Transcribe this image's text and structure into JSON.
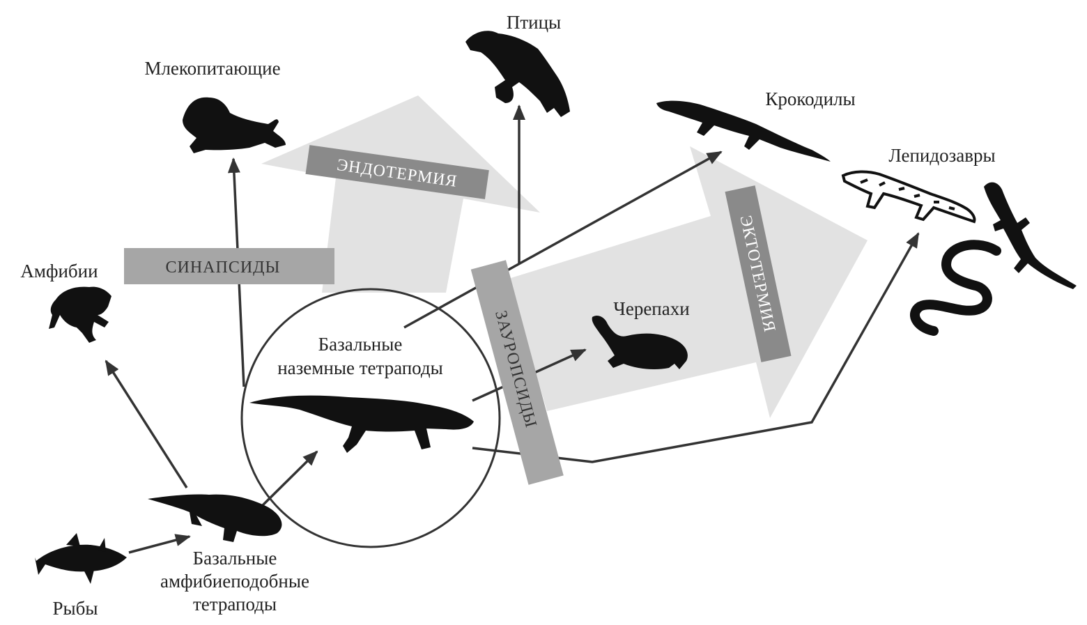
{
  "colors": {
    "arrow_fill": "#e2e2e2",
    "band_fill": "#a6a6a6",
    "band_dark_fill": "#8a8a8a",
    "edge": "#333333",
    "silhouette": "#111111"
  },
  "labels": {
    "fish": "Рыбы",
    "basal_amphibian_line1": "Базальные",
    "basal_amphibian_line2": "амфибиеподобные",
    "basal_amphibian_line3": "тетраподы",
    "amphibians": "Амфибии",
    "basal_terrestrial_line1": "Базальные",
    "basal_terrestrial_line2": "наземные тетраподы",
    "mammals": "Млекопитающие",
    "birds": "Птицы",
    "crocodiles": "Крокодилы",
    "lepidosaurs": "Лепидозавры",
    "turtles": "Черепахи"
  },
  "bands": {
    "synapsids": "СИНАПСИДЫ",
    "sauropsids": "ЗАУРОПСИДЫ",
    "endothermy": "ЭНДОТЕРМИЯ",
    "ectothermy": "ЭКТОТЕРМИЯ"
  },
  "icons": [
    "fish-icon",
    "basal-amphibian-icon",
    "frog-icon",
    "basal-reptile-icon",
    "mammal-icon",
    "bird-icon",
    "crocodile-icon",
    "lizard-icon",
    "gecko-icon",
    "snake-icon",
    "turtle-icon"
  ]
}
